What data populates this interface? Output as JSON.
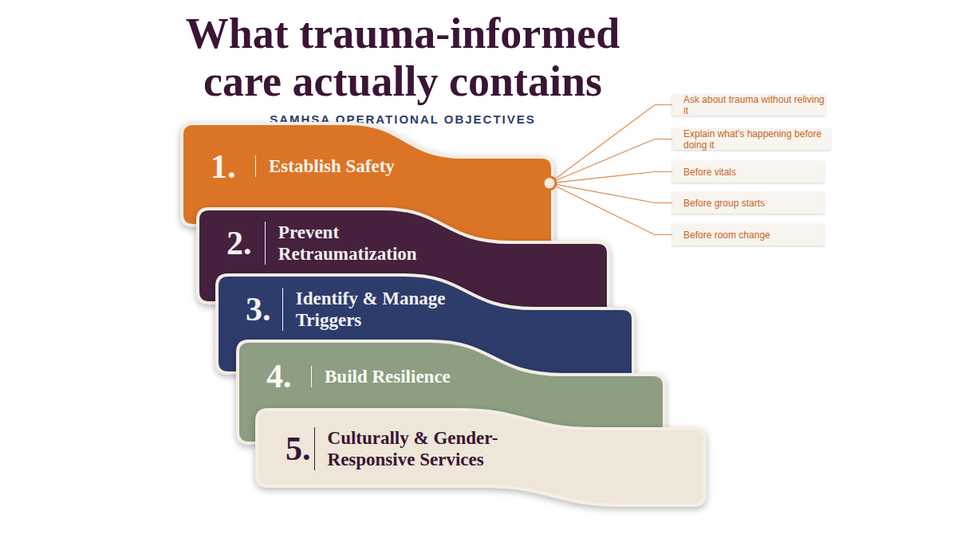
{
  "diagram": {
    "title": "What trauma-informed care actually contains",
    "nodes": [
      {
        "text": [
          "1.",
          "Establish Safety"
        ]
      },
      {
        "text": [
          "2.",
          "Prevent Retraumatization"
        ]
      },
      {
        "text": [
          "3.",
          "Identify & Manage Triggers"
        ]
      },
      {
        "text": [
          "4.",
          "Build Resilience"
        ]
      },
      {
        "text": [
          "5.",
          "Culturally & Gender-Responsive Services"
        ]
      },
      {
        "text": [
          "Ask about trauma without reliving it"
        ]
      },
      {
        "text": [
          "Explain what's happening before doing it"
        ]
      },
      {
        "text": [
          "Before vitals"
        ]
      },
      {
        "text": [
          "Before group starts"
        ]
      },
      {
        "text": [
          "Before room change"
        ]
      }
    ],
    "edges": [
      {
        "from": 0,
        "to": 5,
        "arrow": "none"
      },
      {
        "from": 0,
        "to": 6,
        "arrow": "none"
      },
      {
        "from": 0,
        "to": 7,
        "arrow": "none"
      },
      {
        "from": 0,
        "to": 8,
        "arrow": "none"
      },
      {
        "from": 0,
        "to": 9,
        "arrow": "none"
      }
    ],
    "labels": [
      "SAMHSA OPERATIONAL OBJECTIVES"
    ]
  }
}
